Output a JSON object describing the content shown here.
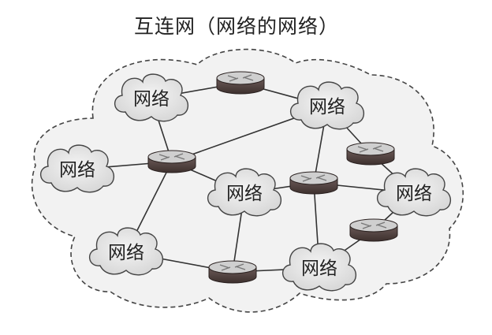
{
  "title": "互连网（网络的网络）",
  "network_label": "网络",
  "colors": {
    "cloud_fill": "#e9e9e9",
    "cloud_stroke": "#444444",
    "outer_fill": "#f1f1f1",
    "router_body": "#5a4a48",
    "router_top": "#cfcfcf",
    "link": "#333333"
  },
  "networks": [
    {
      "id": "n1",
      "label": "网络"
    },
    {
      "id": "n2",
      "label": "网络"
    },
    {
      "id": "n3",
      "label": "网络"
    },
    {
      "id": "n4",
      "label": "网络"
    },
    {
      "id": "n5",
      "label": "网络"
    },
    {
      "id": "n6",
      "label": "网络"
    },
    {
      "id": "n7",
      "label": "网络"
    }
  ],
  "routers": [
    {
      "id": "r1"
    },
    {
      "id": "r2"
    },
    {
      "id": "r3"
    },
    {
      "id": "r4"
    },
    {
      "id": "r5"
    },
    {
      "id": "r6"
    },
    {
      "id": "r7"
    }
  ]
}
